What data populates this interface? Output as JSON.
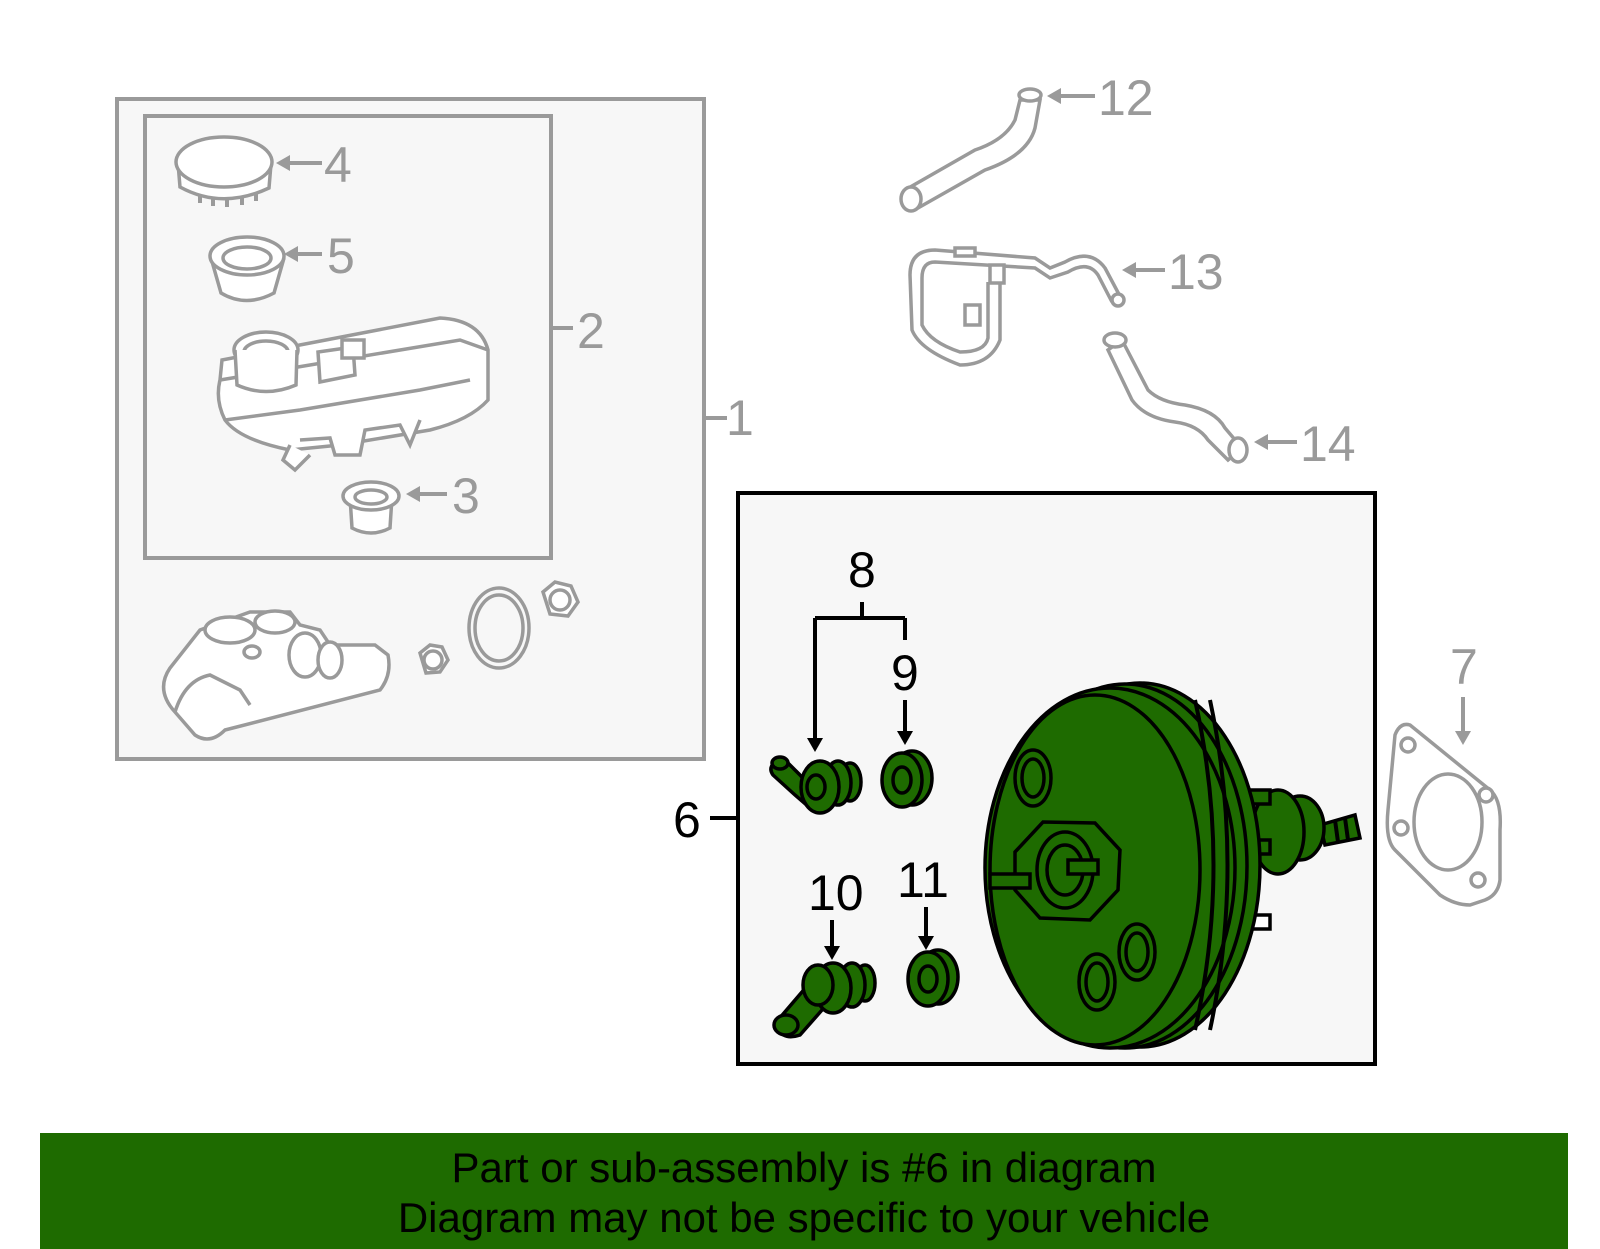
{
  "colors": {
    "highlight_green": "#1e6b00",
    "banner_green": "#1e6b00",
    "part_gray": "#9a9a9a",
    "panel_fill": "#f7f7f7"
  },
  "callouts": {
    "c1": "1",
    "c2": "2",
    "c3": "3",
    "c4": "4",
    "c5": "5",
    "c6": "6",
    "c7": "7",
    "c8": "8",
    "c9": "9",
    "c10": "10",
    "c11": "11",
    "c12": "12",
    "c13": "13",
    "c14": "14"
  },
  "banner": {
    "line1": "Part or sub-assembly is #6 in diagram",
    "line2": "Diagram may not be specific to your vehicle"
  }
}
